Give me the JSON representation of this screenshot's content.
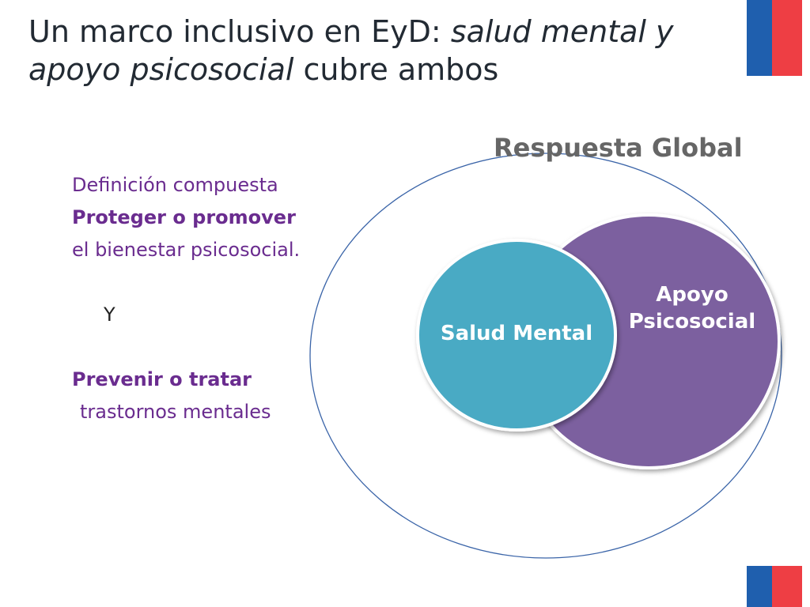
{
  "title": {
    "part1": "Un marco inclusivo en EyD: ",
    "italic": "salud mental y apoyo psicosocial",
    "part2": " cubre ambos"
  },
  "left_text": {
    "line1": "Definición compuesta",
    "line2": "Proteger o promover",
    "line3": "el bienestar psicosocial.",
    "connector": "Y",
    "line4": "Prevenir o tratar",
    "line5": "trastornos mentales"
  },
  "diagram": {
    "outer_label": "Respuesta Global",
    "purple_label_line1": "Apoyo",
    "purple_label_line2": "Psicosocial",
    "blue_label": "Salud Mental",
    "colors": {
      "outer_stroke": "#3a64a8",
      "purple": "#7c609f",
      "teal": "#4aaac4"
    }
  },
  "flag_colors": {
    "blue": "#1f5fae",
    "red": "#ee3e44"
  }
}
